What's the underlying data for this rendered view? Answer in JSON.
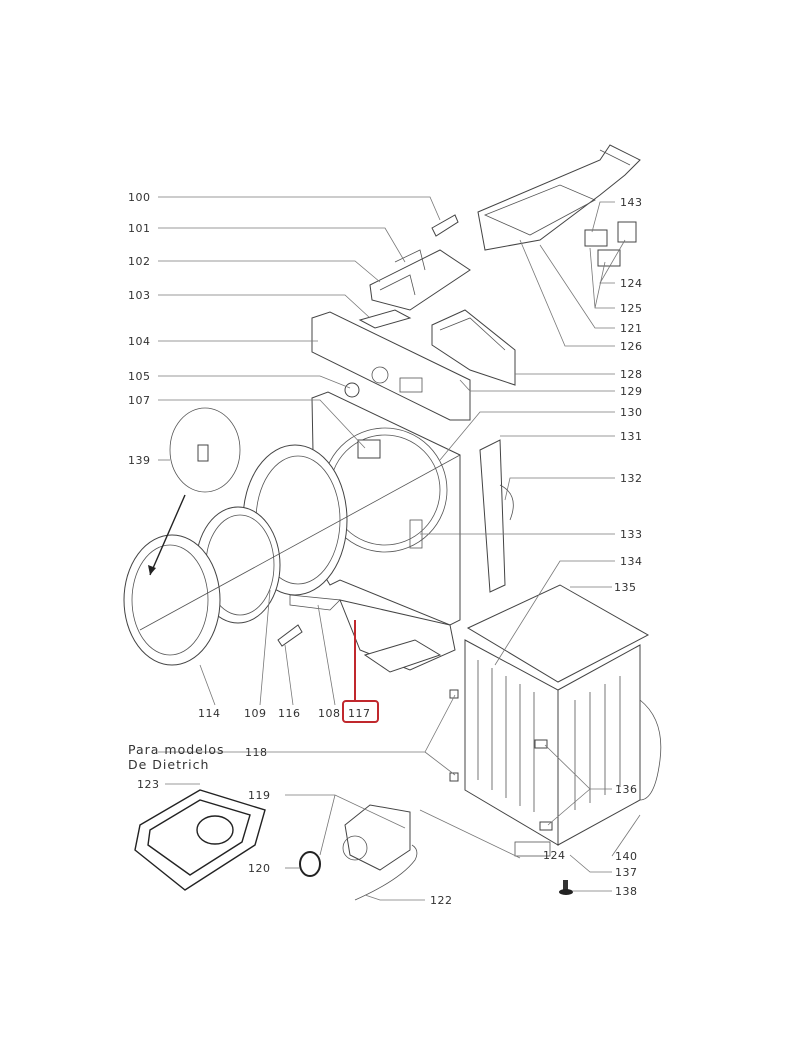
{
  "title_note": {
    "line1": "Para modelos",
    "line2": "De Dietrich"
  },
  "highlight_color": "#c0282d",
  "labels": {
    "p100": "100",
    "p101": "101",
    "p102": "102",
    "p103": "103",
    "p104": "104",
    "p105": "105",
    "p107": "107",
    "p139": "139",
    "p114": "114",
    "p109": "109",
    "p116": "116",
    "p108": "108",
    "p117": "117",
    "p143": "143",
    "p124a": "124",
    "p125": "125",
    "p121": "121",
    "p126": "126",
    "p128": "128",
    "p129": "129",
    "p130": "130",
    "p131": "131",
    "p132": "132",
    "p133": "133",
    "p134": "134",
    "p135": "135",
    "p136": "136",
    "p140": "140",
    "p137": "137",
    "p138": "138",
    "p118": "118",
    "p119": "119",
    "p120": "120",
    "p122": "122",
    "p123": "123",
    "p124b": "124"
  }
}
